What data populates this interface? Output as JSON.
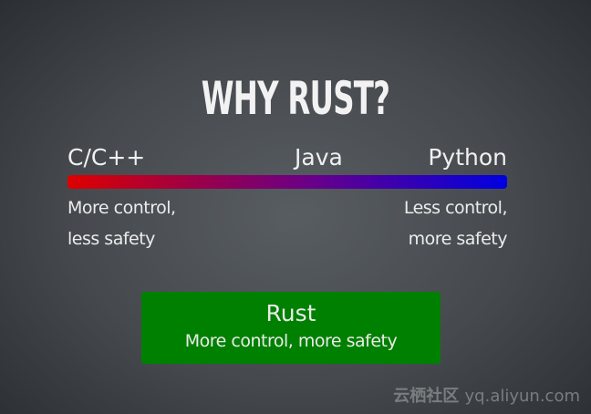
{
  "slide": {
    "title": "WHY RUST?",
    "spectrum": {
      "labels": {
        "left": "C/C++",
        "middle": "Java",
        "right": "Python"
      },
      "gradient_colors": [
        "#dd0000",
        "#6a0088",
        "#0000e0"
      ],
      "left_desc": [
        "More control,",
        "less safety"
      ],
      "right_desc": [
        "Less control,",
        "more safety"
      ]
    },
    "rust_box": {
      "title": "Rust",
      "subtitle": "More control, more safety",
      "color": "#008000"
    }
  },
  "watermark": {
    "brand": "云栖社区",
    "url": "yq.aliyun.com"
  }
}
